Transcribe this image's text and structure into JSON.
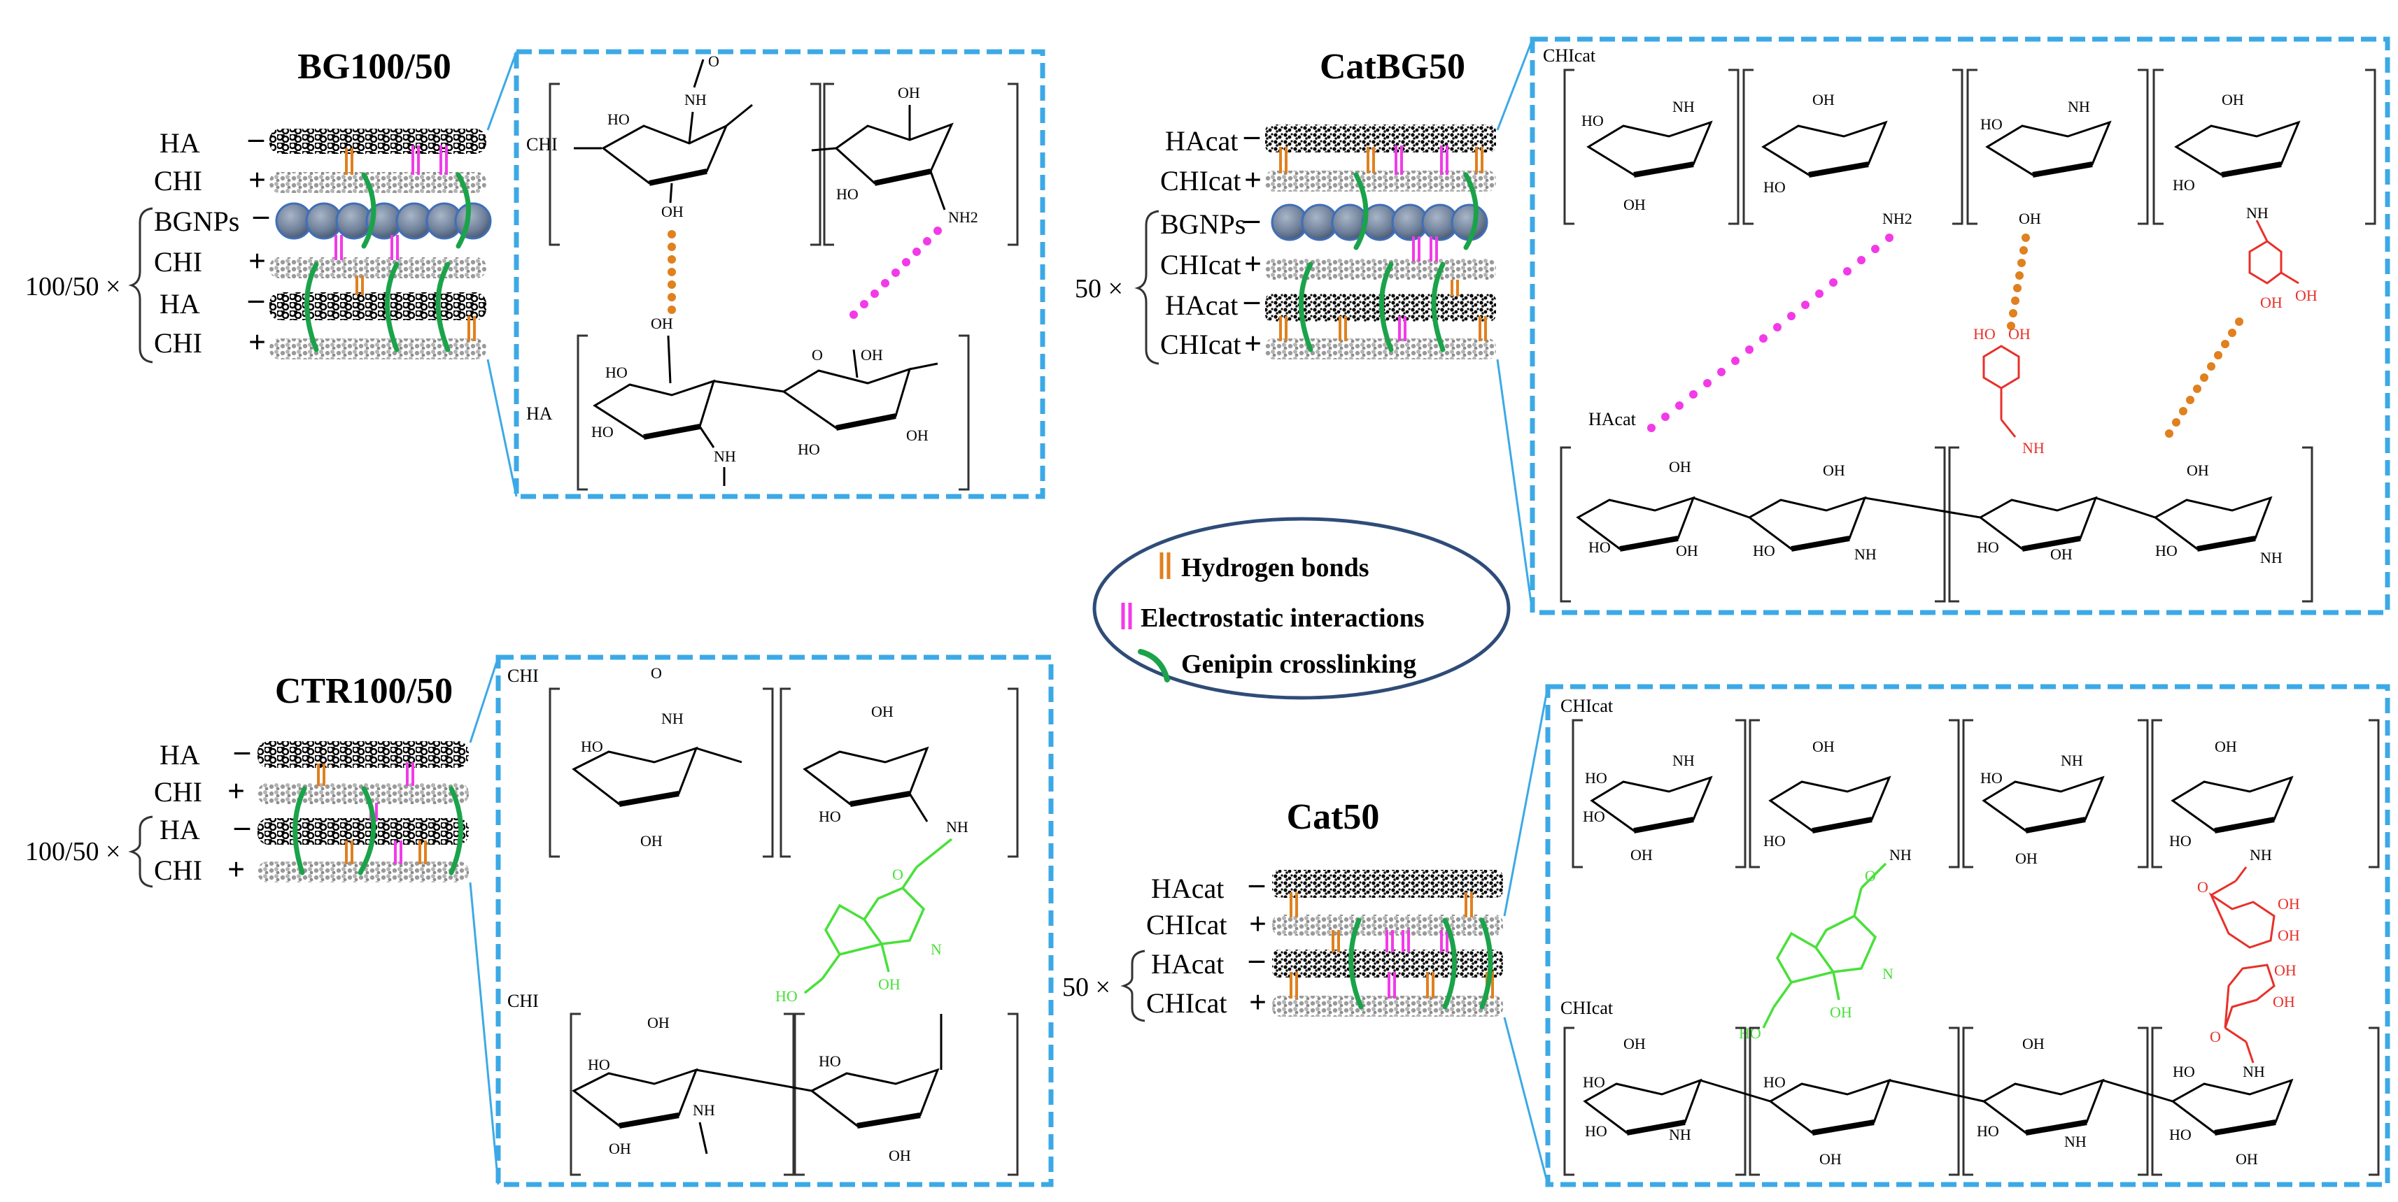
{
  "panels": {
    "bg100": {
      "title": "BG100/50",
      "multiplier": "100/50 ×",
      "layers": [
        {
          "label": "HA",
          "sign": "–"
        },
        {
          "label": "CHI",
          "sign": "+"
        },
        {
          "label": "BGNPs",
          "sign": "–"
        },
        {
          "label": "CHI",
          "sign": "+"
        },
        {
          "label": "HA",
          "sign": "–"
        },
        {
          "label": "CHI",
          "sign": "+"
        }
      ],
      "chain_top": "CHI",
      "chain_bottom": "HA"
    },
    "catbg50": {
      "title": "CatBG50",
      "multiplier": "50 ×",
      "layers": [
        {
          "label": "HAcat",
          "sign": "–"
        },
        {
          "label": "CHIcat",
          "sign": "+"
        },
        {
          "label": "BGNPs",
          "sign": "–"
        },
        {
          "label": "CHIcat",
          "sign": "+"
        },
        {
          "label": "HAcat",
          "sign": "–"
        },
        {
          "label": "CHIcat",
          "sign": "+"
        }
      ],
      "chain_top": "CHIcat",
      "chain_bottom": "HAcat"
    },
    "ctr100": {
      "title": "CTR100/50",
      "multiplier": "100/50 ×",
      "layers": [
        {
          "label": "HA",
          "sign": "–"
        },
        {
          "label": "CHI",
          "sign": "+"
        },
        {
          "label": "HA",
          "sign": "–"
        },
        {
          "label": "CHI",
          "sign": "+"
        }
      ],
      "chain_top": "CHI",
      "chain_bottom": "CHI"
    },
    "cat50": {
      "title": "Cat50",
      "multiplier": "50 ×",
      "layers": [
        {
          "label": "HAcat",
          "sign": "–"
        },
        {
          "label": "CHIcat",
          "sign": "+"
        },
        {
          "label": "HAcat",
          "sign": "–"
        },
        {
          "label": "CHIcat",
          "sign": "+"
        }
      ],
      "chain_top": "CHIcat",
      "chain_bottom": "CHIcat"
    }
  },
  "legend": {
    "items": [
      {
        "label": "Hydrogen bonds",
        "color": "#E8862A"
      },
      {
        "label": "Electrostatic interactions",
        "color": "#E83EDC"
      },
      {
        "label": "Genipin crosslinking",
        "color": "#1BA34A"
      }
    ],
    "border_color": "#2F4C78"
  },
  "atoms": {
    "oh": "OH",
    "ho": "HO",
    "nh": "NH",
    "nh2": "NH2",
    "o": "O",
    "n": "N"
  },
  "colors": {
    "frame": "#3CA9E6",
    "hydrogen": "#E0801E",
    "electrostatic": "#F23AE8",
    "genipin": "#1BA34A",
    "genipin_struct": "#49E03A",
    "catechol": "#E8302A",
    "nanoparticle": "#6D7E98"
  }
}
